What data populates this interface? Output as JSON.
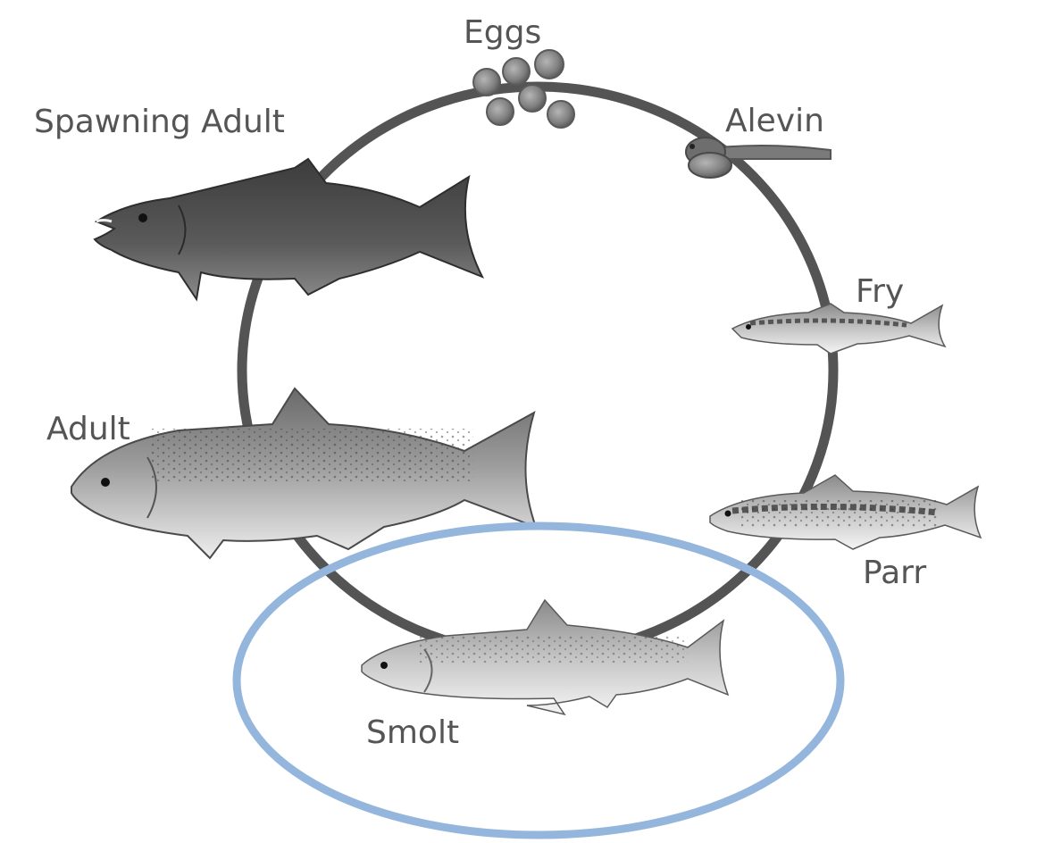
{
  "diagram": {
    "stages": {
      "eggs": "Eggs",
      "alevin": "Alevin",
      "fry": "Fry",
      "parr": "Parr",
      "smolt": "Smolt",
      "adult": "Adult",
      "spawning_adult": "Spawning Adult"
    },
    "colors": {
      "cycle_ring": "#545454",
      "highlight_ellipse": "#95b6dc",
      "label_text": "#555555"
    },
    "highlighted_stage": "Smolt"
  }
}
